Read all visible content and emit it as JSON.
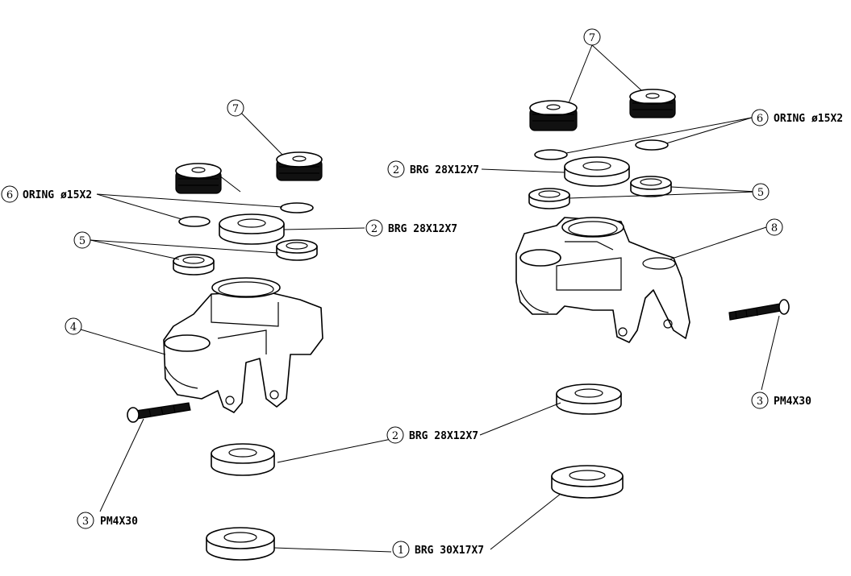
{
  "callouts": [
    {
      "num": "7",
      "text": ""
    },
    {
      "num": "6",
      "text": "ORING ø15X2"
    },
    {
      "num": "2",
      "text": "BRG 28X12X7"
    },
    {
      "num": "5",
      "text": ""
    },
    {
      "num": "8",
      "text": ""
    },
    {
      "num": "3",
      "text": "PM4X30"
    },
    {
      "num": "7",
      "text": ""
    },
    {
      "num": "6",
      "text": "ORING ø15X2"
    },
    {
      "num": "2",
      "text": "BRG 28X12X7"
    },
    {
      "num": "5",
      "text": ""
    },
    {
      "num": "4",
      "text": ""
    },
    {
      "num": "3",
      "text": "PM4X30"
    },
    {
      "num": "2",
      "text": "BRG 28X12X7"
    },
    {
      "num": "1",
      "text": "BRG 30X17X7"
    }
  ]
}
